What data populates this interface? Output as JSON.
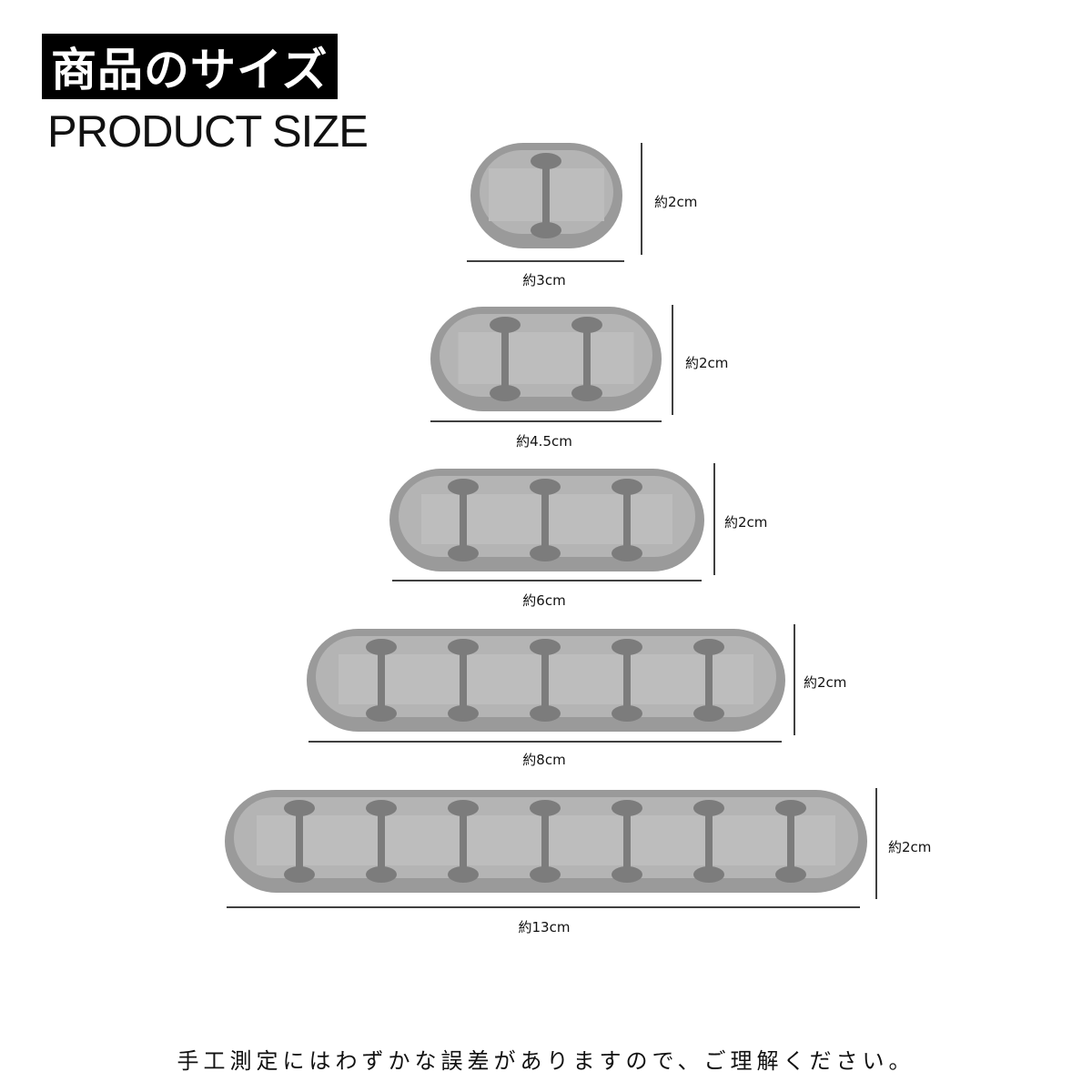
{
  "title": {
    "jp": "商品のサイズ",
    "en": "PRODUCT SIZE"
  },
  "products": [
    {
      "slots": 1,
      "width_label": "約3cm",
      "height_label": "約2cm"
    },
    {
      "slots": 2,
      "width_label": "約4.5cm",
      "height_label": "約2cm"
    },
    {
      "slots": 3,
      "width_label": "約6cm",
      "height_label": "約2cm"
    },
    {
      "slots": 5,
      "width_label": "約8cm",
      "height_label": "約2cm"
    },
    {
      "slots": 7,
      "width_label": "約13cm",
      "height_label": "約2cm"
    }
  ],
  "footnote": "手工測定にはわずかな誤差がありますので、ご理解ください。",
  "colors": {
    "body": "#9a9a9a",
    "face": "#b4b4b4",
    "slot": "#7c7c7c",
    "line": "#000000"
  }
}
